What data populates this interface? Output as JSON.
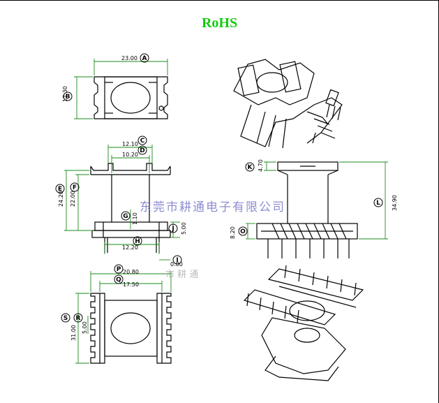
{
  "header": {
    "title": "RoHS"
  },
  "watermark": {
    "company": "东莞市耕通电子有限公司",
    "faint": "市 耕 通"
  },
  "top_view": {
    "width_dim": "23.00",
    "width_label": "A",
    "height_dim": "17.30",
    "height_label": "B"
  },
  "front_view": {
    "c_dim": "12.10",
    "c_label": "C",
    "d_dim": "10.20",
    "d_label": "D",
    "e_dim": "24.20",
    "e_label": "E",
    "f_dim": "22.00",
    "f_label": "F",
    "g_dim": "1.10",
    "g_label": "G",
    "h_dim": "12.20",
    "h_label": "H",
    "i_dim": "0.80",
    "i_label": "I",
    "j_dim": "5.00",
    "j_label": "J"
  },
  "side_view": {
    "k_dim": "4.70",
    "k_label": "K",
    "l_dim": "34.90",
    "l_label": "L",
    "o_dim": "8.20",
    "o_label": "O"
  },
  "bottom_view": {
    "p_dim": "20.80",
    "p_label": "P",
    "q_dim": "17.50",
    "q_label": "Q",
    "r_dim": "5.00",
    "r_label": "R",
    "s_dim": "31.00",
    "s_label": "S"
  },
  "colors": {
    "line": "#000000",
    "dimension": "#1a8a1a",
    "title": "#11cc11",
    "watermark": "#7a7acc"
  }
}
